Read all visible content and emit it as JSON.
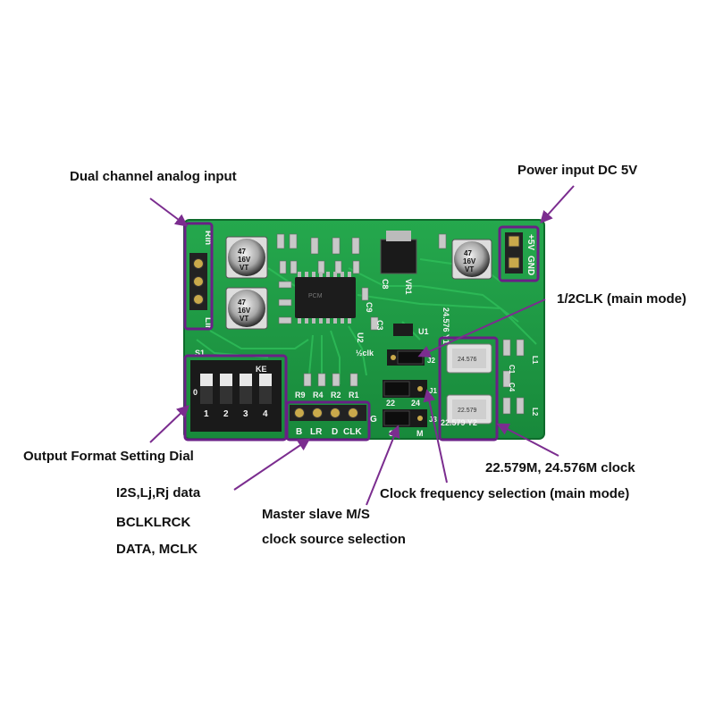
{
  "labels": {
    "analog_input": "Dual channel analog input",
    "power_input": "Power input DC 5V",
    "half_clk": "1/2CLK (main mode)",
    "output_format": "Output Format Setting Dial",
    "data_line1": "I2S,Lj,Rj data",
    "data_line2": "BCLKLRCK",
    "data_line3": "DATA, MCLK",
    "clock_freq": "22.579M, 24.576M clock",
    "clock_sel": "Clock frequency selection (main mode)",
    "ms_line1": "Master slave M/S",
    "ms_line2": "clock source selection"
  },
  "silkscreen": {
    "rin": "Rin",
    "lin": "Lin",
    "gnd": "GND",
    "v5": "+5V",
    "s1": "S1",
    "ke": "KE",
    "dip_numbers": [
      "1",
      "2",
      "3",
      "4"
    ],
    "on": "0",
    "header_pins": [
      "B",
      "LR",
      "D",
      "CLK"
    ],
    "resistors": [
      "R9",
      "R4",
      "R2",
      "R1"
    ],
    "g": "G",
    "s": "S",
    "m": "M",
    "j2": "J2",
    "j1": "J1",
    "j3": "J3",
    "jp_22": "22",
    "jp_24": "24",
    "half_clk": "½clk",
    "freq_top": "24.576 Y1",
    "freq_bottom": "22.579 Y2",
    "u1": "U1",
    "u2": "U2",
    "vr1": "VR1",
    "cap_label": "47\n16V\nVT",
    "c4": "C4",
    "c1": "C1",
    "l1": "L1",
    "l2": "L2",
    "c3": "C3",
    "c9": "C9",
    "c8": "C8"
  },
  "colors": {
    "pcb": "#1e9a45",
    "highlight": "#6a1f86",
    "arrow": "#7b2d8f"
  }
}
